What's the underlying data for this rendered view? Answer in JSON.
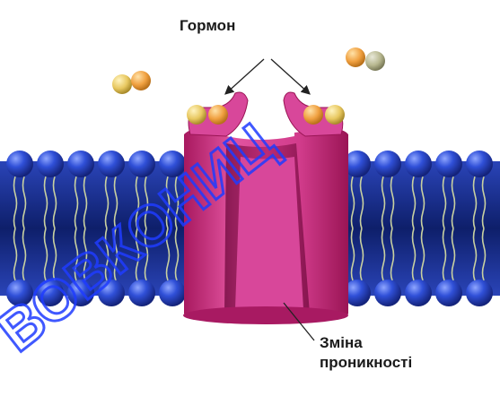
{
  "labels": {
    "hormone": "Гормон",
    "permeability_line1": "Зміна",
    "permeability_line2": "проникності"
  },
  "watermark": {
    "text": "ВОВКОНИЦ",
    "color": "#1f3cff"
  },
  "colors": {
    "lipid_head": "#2233aa",
    "membrane_core": "#1a2f8a",
    "channel": "#c8307a",
    "hormone_orange": "#e8a040",
    "hormone_yellow": "#e8c060"
  }
}
